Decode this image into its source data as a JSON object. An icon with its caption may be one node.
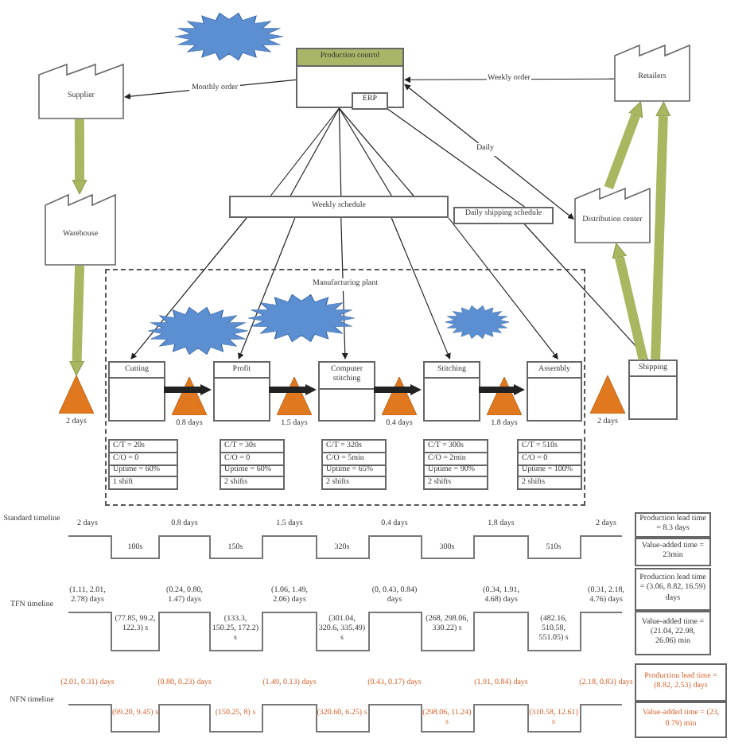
{
  "diagram": {
    "nodes": [
      {
        "text": [],
        "shape": "burst"
      },
      {
        "text": [
          "Production control"
        ]
      },
      {
        "text": [
          "ERP"
        ],
        "in": 1
      },
      {
        "text": [
          "Supplier"
        ]
      },
      {
        "text": [
          "Retailers"
        ]
      },
      {
        "text": [
          "Warehouse"
        ]
      },
      {
        "text": [
          "Weekly schedule"
        ]
      },
      {
        "text": [
          "Daily shipping schedule"
        ]
      },
      {
        "text": [
          "Distribution center"
        ]
      },
      {
        "text": [
          "Manufacturing plant"
        ]
      },
      {
        "text": [],
        "shape": "burst",
        "in": 9
      },
      {
        "text": [],
        "shape": "burst",
        "in": 9
      },
      {
        "text": [],
        "shape": "burst",
        "in": 9
      },
      {
        "text": [],
        "shape": "triangle",
        "beside": [
          "2 days"
        ]
      },
      {
        "text": [
          "Cutting"
        ],
        "in": 9
      },
      {
        "text": [],
        "shape": "triangle",
        "beside": [
          "0.8 days"
        ],
        "in": 9
      },
      {
        "text": [
          "Profit"
        ],
        "in": 9
      },
      {
        "text": [],
        "shape": "triangle",
        "beside": [
          "1.5 days"
        ],
        "in": 9
      },
      {
        "text": [
          "Computer stitching"
        ],
        "in": 9
      },
      {
        "text": [],
        "shape": "triangle",
        "beside": [
          "0.4 days"
        ],
        "in": 9
      },
      {
        "text": [
          "Stitching"
        ],
        "in": 9
      },
      {
        "text": [],
        "shape": "triangle",
        "beside": [
          "1.8 days"
        ],
        "in": 9
      },
      {
        "text": [
          "Assembly"
        ],
        "in": 9
      },
      {
        "text": [],
        "shape": "triangle",
        "beside": [
          "2 days"
        ]
      },
      {
        "text": [
          "Shipping"
        ]
      },
      {
        "text": [
          "C/T = 20s",
          "C/O = 0",
          "Uptime = 60%",
          "1 shift"
        ],
        "in": 9
      },
      {
        "text": [
          "C/T = 30s",
          "C/O = 0",
          "Uptime = 60%",
          "2 shifts"
        ],
        "in": 9
      },
      {
        "text": [
          "C/T = 320s",
          "C/O = 5min",
          "Uptime = 65%",
          "2 shifts"
        ],
        "in": 9
      },
      {
        "text": [
          "C/T = 300s",
          "C/O = 2min",
          "Uptime = 90%",
          "2 shifts"
        ],
        "in": 9
      },
      {
        "text": [
          "C/T = 510s",
          "C/O = 0",
          "Uptime = 100%",
          "2 shifts"
        ],
        "in": 9
      },
      {
        "text": [
          "Production lead time = 8.3 days"
        ]
      },
      {
        "text": [
          "Value-added time = 23min"
        ]
      },
      {
        "text": [
          "Production lead time = (3.06, 8.82, 16.59) days"
        ]
      },
      {
        "text": [
          "Value-added time = (21.04, 22.98, 26.06) min"
        ]
      },
      {
        "text": [
          "Production lead time = (8.82, 2.53) days"
        ]
      },
      {
        "text": [
          "Value-added time = (23, 0.79) min"
        ]
      }
    ],
    "edges": [
      {
        "from": 1,
        "to": 3,
        "arrow": "to",
        "label": "Monthly order"
      },
      {
        "from": 4,
        "to": 1,
        "arrow": "to",
        "label": "Weekly order"
      },
      {
        "from": 1,
        "to": 8,
        "arrow": "both",
        "label": "Daily"
      },
      {
        "from": 1,
        "to": 6,
        "arrow": "none"
      },
      {
        "from": 1,
        "to": 6,
        "arrow": "none"
      },
      {
        "from": 1,
        "to": 6,
        "arrow": "none"
      },
      {
        "from": 1,
        "to": 6,
        "arrow": "none"
      },
      {
        "from": 1,
        "to": 6,
        "arrow": "none"
      },
      {
        "from": 6,
        "to": 14,
        "arrow": "to"
      },
      {
        "from": 6,
        "to": 16,
        "arrow": "to"
      },
      {
        "from": 6,
        "to": 18,
        "arrow": "to"
      },
      {
        "from": 6,
        "to": 20,
        "arrow": "to"
      },
      {
        "from": 6,
        "to": 22,
        "arrow": "to"
      },
      {
        "from": 2,
        "to": 7,
        "arrow": "none"
      },
      {
        "from": 7,
        "to": 24,
        "arrow": "to"
      },
      {
        "from": 3,
        "to": 5,
        "arrow": "to",
        "style": "thick",
        "color": "#a9b760"
      },
      {
        "from": 5,
        "to": 13,
        "arrow": "to",
        "style": "thick",
        "color": "#a9b760"
      },
      {
        "from": 24,
        "to": 8,
        "arrow": "to",
        "style": "thick",
        "color": "#a9b760"
      },
      {
        "from": 24,
        "to": 4,
        "arrow": "to",
        "style": "thick",
        "color": "#a9b760"
      },
      {
        "from": 8,
        "to": 4,
        "arrow": "to",
        "style": "thick",
        "color": "#a9b760"
      },
      {
        "from": 14,
        "to": 16,
        "arrow": "to",
        "style": "thick"
      },
      {
        "from": 16,
        "to": 18,
        "arrow": "to",
        "style": "thick"
      },
      {
        "from": 18,
        "to": 20,
        "arrow": "to",
        "style": "thick"
      },
      {
        "from": 20,
        "to": 22,
        "arrow": "to",
        "style": "thick"
      }
    ],
    "labels": [
      "Standard timeline",
      "2 days",
      "0.8 days",
      "1.5 days",
      "0.4 days",
      "1.8 days",
      "2 days",
      "100s",
      "150s",
      "320s",
      "300s",
      "510s",
      "TFN timeline",
      "(1.11, 2.01, 2.78) days",
      "(0.24, 0.80, 1.47) days",
      "(1.06, 1.49, 2.06) days",
      "(0, 0.43, 0.84) days",
      "(0.34, 1.91, 4.68) days",
      "(0.31, 2.18, 4.76) days",
      "(77.85, 99.2, 122.3) s",
      "(133.3, 150.25, 172.2) s",
      "(301.04, 320.6, 335.49) s",
      "(268, 298.06, 330.22) s",
      "(482.16, 510.58, 551.05) s",
      "NFN timeline",
      "(2.01, 0.31) days",
      "(0.80, 0.23) days",
      "(1.49, 0.13) days",
      "(0.43, 0.17) days",
      "(1.91, 0.84) days",
      "(2.18, 0.83) days",
      "(99.20, 9.45) s",
      "(150.25, 8) s",
      "(320.60, 6.25) s",
      "(298.06, 11.24) s",
      "(310.58, 12.61) s"
    ]
  }
}
